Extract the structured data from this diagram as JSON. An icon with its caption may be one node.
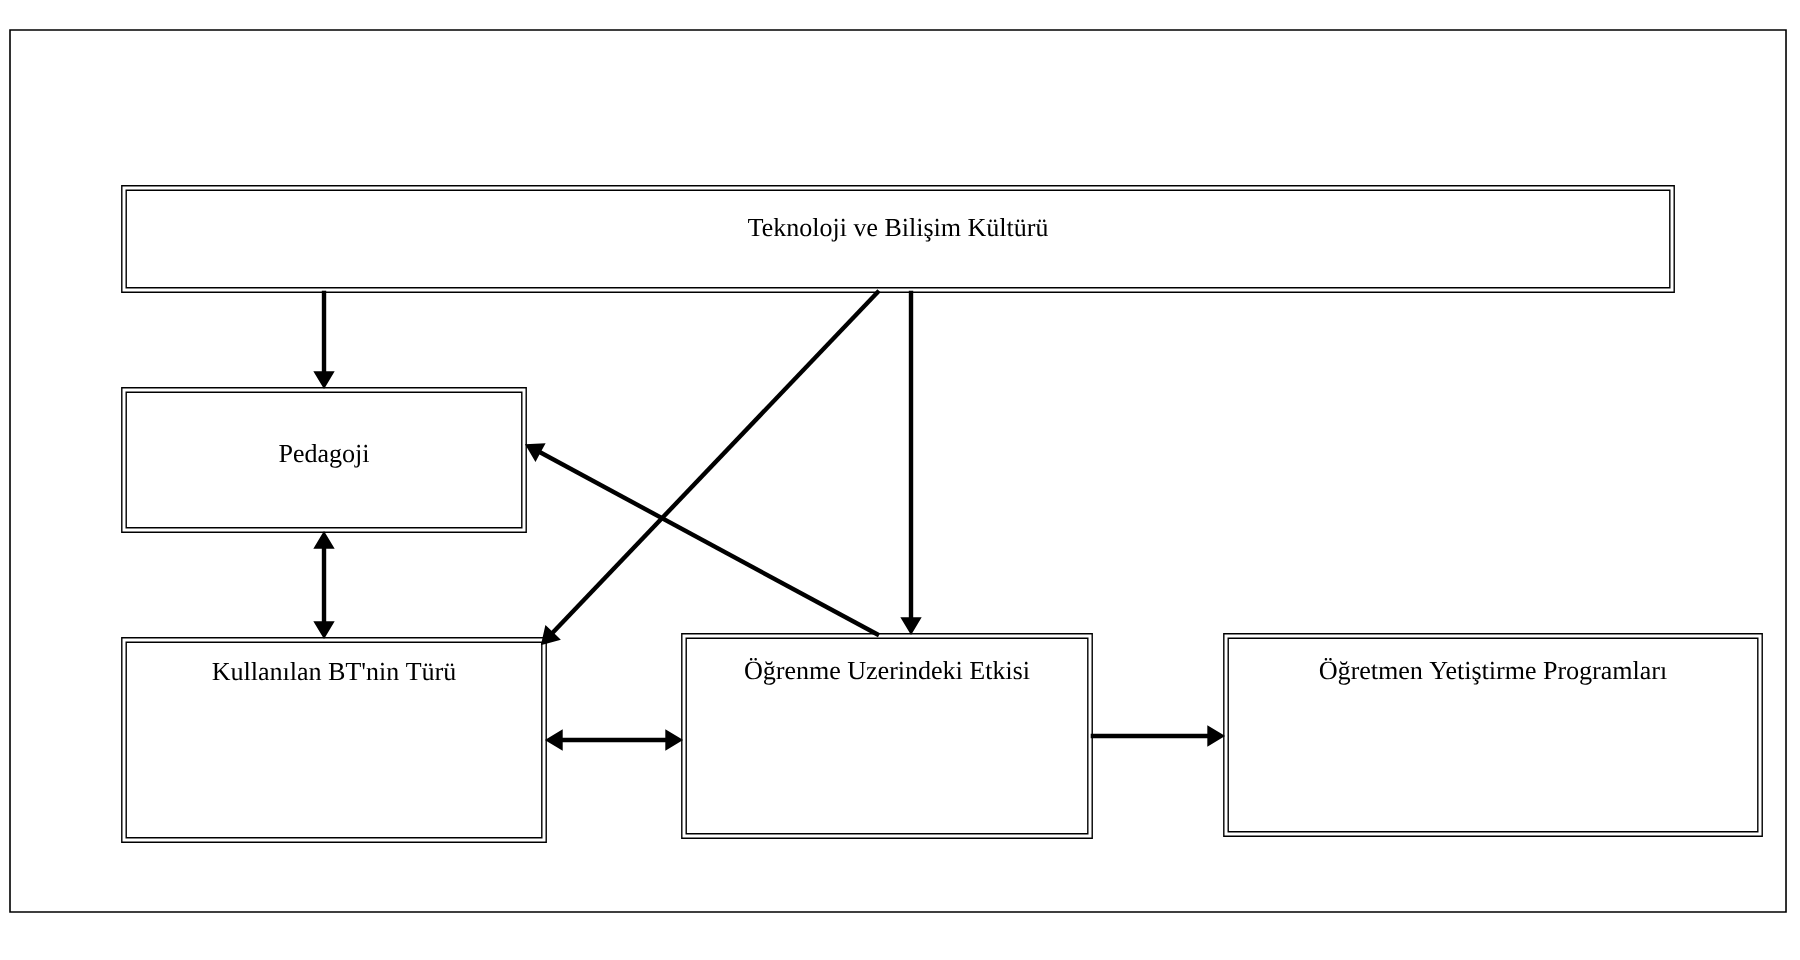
{
  "diagram": {
    "nodes": [
      {
        "text": [
          "Teknoloji ve Bilişim Kültürü"
        ]
      },
      {
        "text": [
          "Pedagoji"
        ]
      },
      {
        "text": [
          "Kullanılan BT'nin Türü"
        ]
      },
      {
        "text": [
          "Öğrenme Uzerindeki Etkisi"
        ]
      },
      {
        "text": [
          "Öğretmen Yetiştirme Programları"
        ]
      }
    ],
    "edges": [
      {
        "from": 0,
        "to": 1,
        "arrow": "to"
      },
      {
        "from": 0,
        "to": 2,
        "arrow": "to"
      },
      {
        "from": 0,
        "to": 3,
        "arrow": "to"
      },
      {
        "from": 3,
        "to": 1,
        "arrow": "to"
      },
      {
        "from": 1,
        "to": 2,
        "arrow": "both"
      },
      {
        "from": 2,
        "to": 3,
        "arrow": "both"
      },
      {
        "from": 3,
        "to": 4,
        "arrow": "to"
      }
    ]
  }
}
